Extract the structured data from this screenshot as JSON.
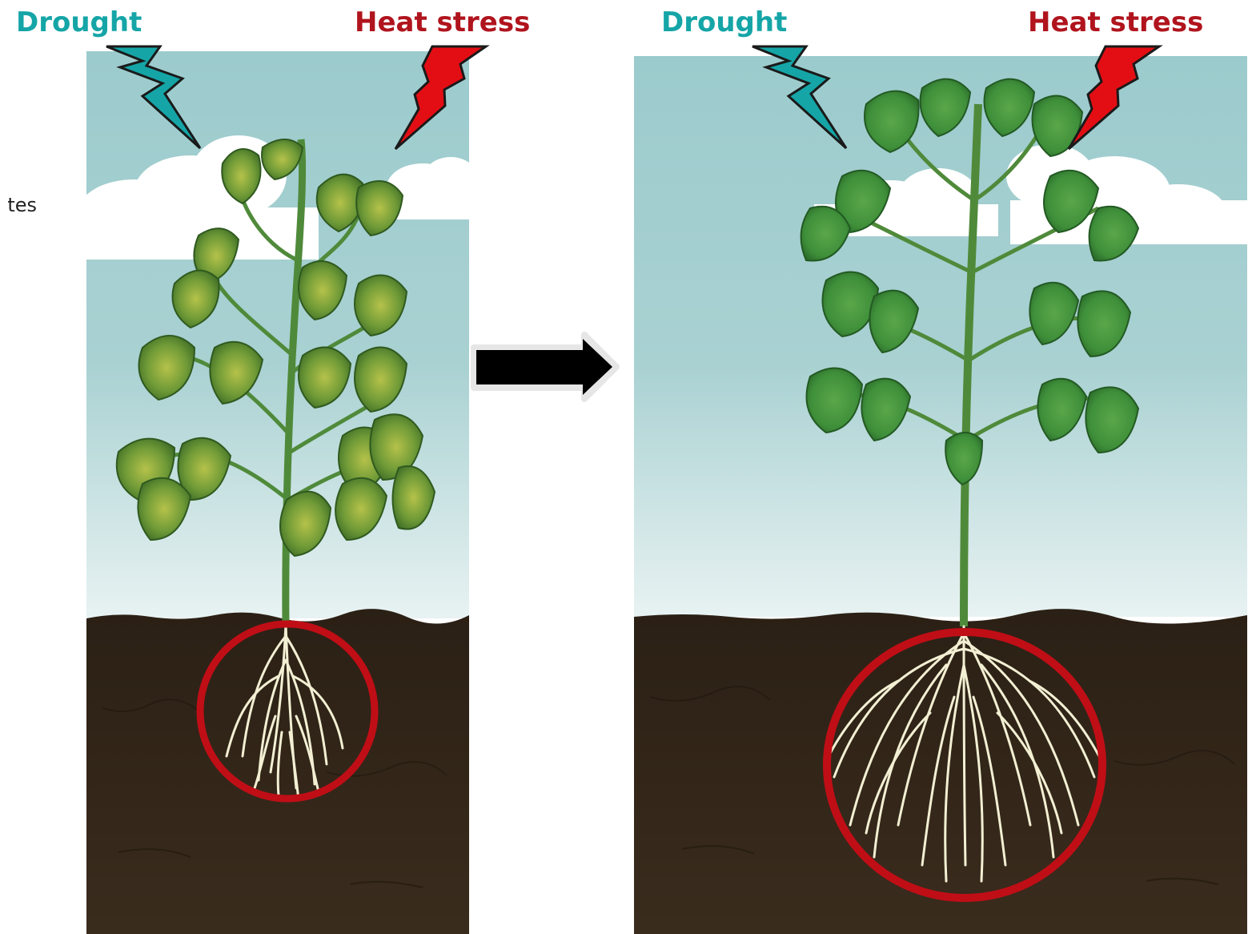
{
  "labels": {
    "drought": "Drought",
    "heat_stress": "Heat stress",
    "partial_left_text": "tes"
  },
  "colors": {
    "drought": "#15a5a7",
    "heat_stress": "#b0141d",
    "sky_top": "#9ccbcd",
    "sky_bottom": "#e6f1f1",
    "soil": "#2e2216",
    "leaf_healthy": "#3f8f3a",
    "leaf_stressed": "#6f9a37",
    "root": "#f3efd3",
    "highlight_circle": "#c00e16",
    "arrow": "#000000"
  },
  "panels": [
    {
      "state": "stressed-plant-small-roots",
      "icon": "drought-bolt-icon, heat-bolt-icon"
    },
    {
      "state": "healthy-plant-large-roots",
      "icon": "drought-bolt-icon, heat-bolt-icon"
    }
  ],
  "connector": {
    "icon": "right-arrow-icon"
  }
}
